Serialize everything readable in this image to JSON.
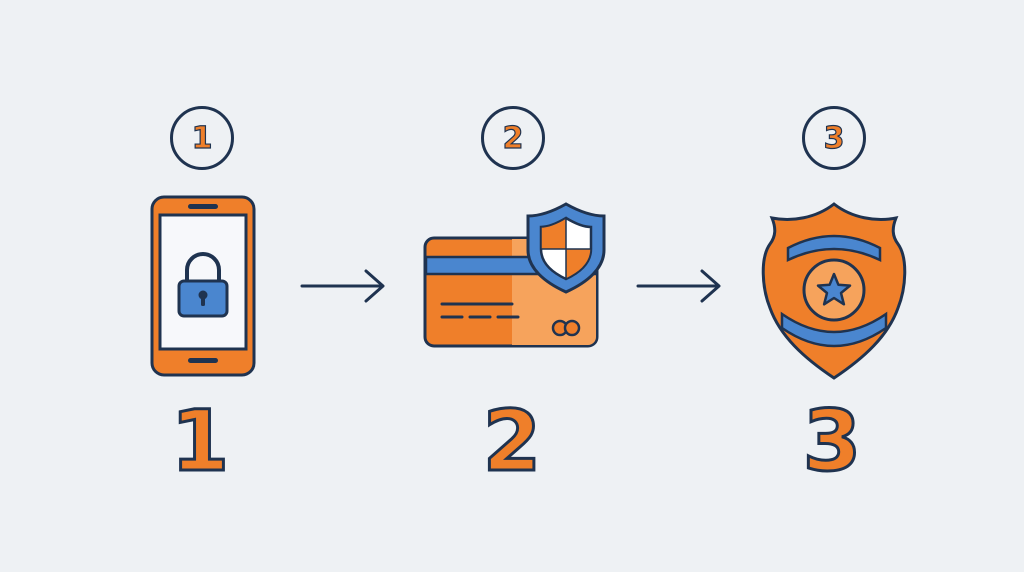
{
  "steps": [
    {
      "badge": "1",
      "label": "1",
      "icon": "phone-lock-icon"
    },
    {
      "badge": "2",
      "label": "2",
      "icon": "credit-card-shield-icon"
    },
    {
      "badge": "3",
      "label": "3",
      "icon": "police-badge-icon"
    }
  ],
  "connectors": [
    "arrow-right-icon",
    "arrow-right-icon"
  ],
  "colors": {
    "background": "#eef1f4",
    "outline": "#1f3350",
    "orange": "#ef7f2a",
    "orange_light": "#f6a35c",
    "blue": "#4a86cf"
  }
}
